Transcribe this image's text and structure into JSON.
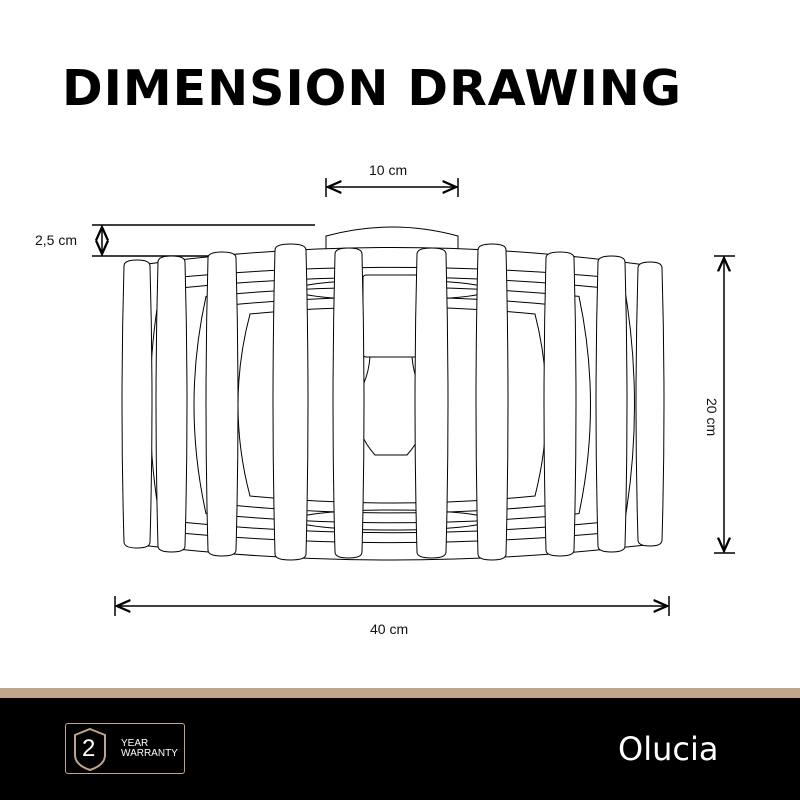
{
  "title": "DIMENSION DRAWING",
  "dimensions": {
    "mount_width": "10 cm",
    "mount_height": "2,5 cm",
    "height": "20 cm",
    "width": "40 cm"
  },
  "footer": {
    "warranty_number": "2",
    "warranty_line1": "YEAR",
    "warranty_line2": "WARRANTY",
    "brand": "Olucia"
  },
  "colors": {
    "accent": "#c0a58c",
    "footer_bg": "#000000"
  }
}
